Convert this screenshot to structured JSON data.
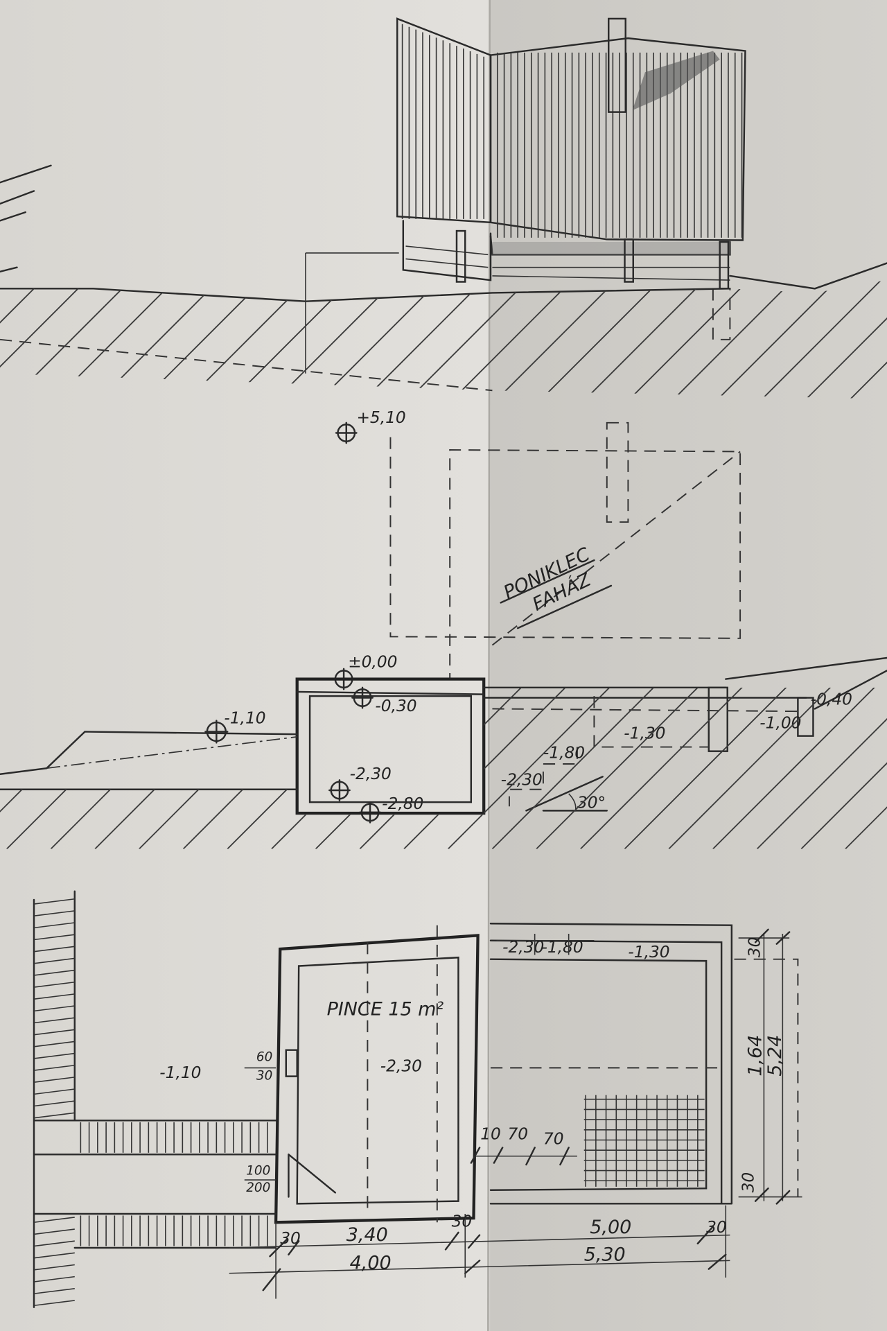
{
  "drawing": {
    "section_label": {
      "line1": "PONIKLEC",
      "line2": "FAHÁZ"
    },
    "room_label": "PINCE 15 m²",
    "section_levels": {
      "top": "+5,10",
      "zero": "±0,00",
      "floor": "-0,30",
      "ground_left": "-1,10",
      "cellar": "-2,30",
      "footing": "-2,80",
      "step1": "-1,30",
      "step2": "-1,80",
      "step3": "-2,30",
      "right_low": "-1,00",
      "right_top": "-0,40",
      "angle": "30°"
    },
    "plan_levels": {
      "outside": "-1,10",
      "cellar": "-2,30",
      "top_a": "-2,30",
      "top_b": "-1,80",
      "top_c": "-1,30",
      "opening_a": "60",
      "opening_b": "30",
      "door_a": "100",
      "door_b": "200"
    },
    "dimensions": {
      "bottom_row1": [
        "30",
        "3,40",
        "30",
        "5,00",
        "30"
      ],
      "bottom_row2": [
        "4,00",
        "5,30"
      ],
      "right_col": [
        "30",
        "1,64",
        "5,24",
        "30"
      ],
      "steps": [
        "10",
        "70",
        "70"
      ]
    }
  }
}
